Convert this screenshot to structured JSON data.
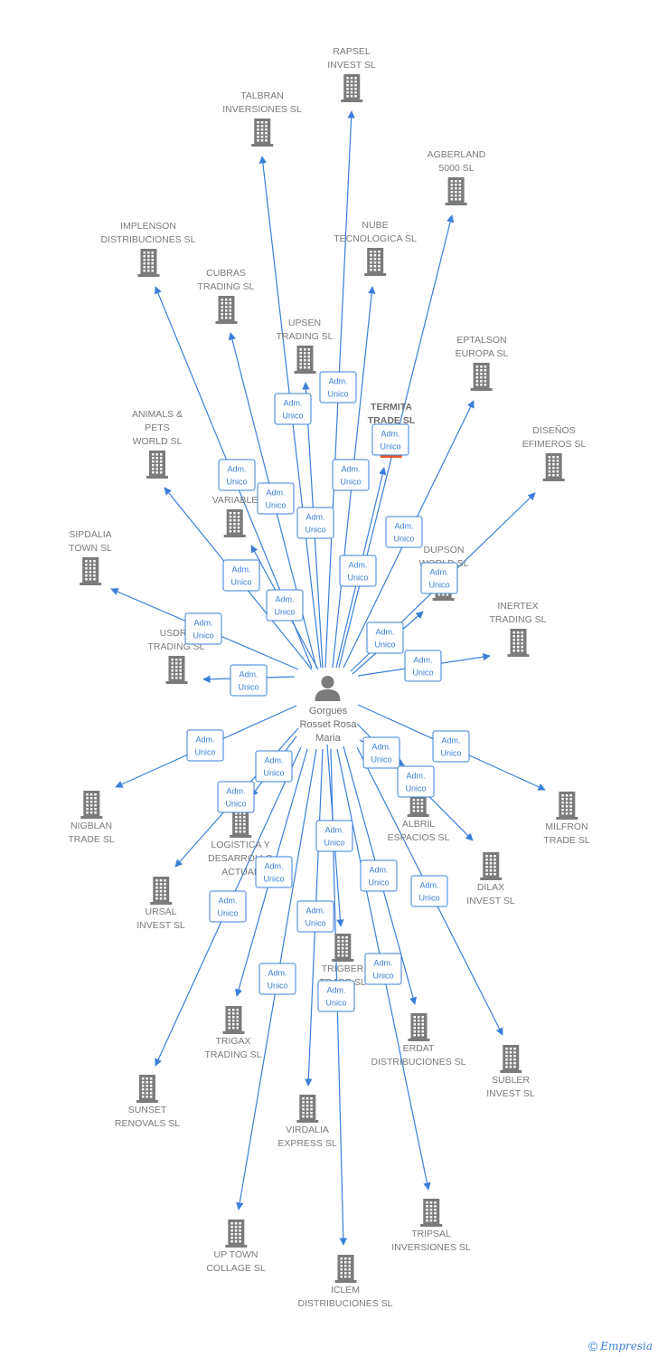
{
  "center": {
    "name": "Gorgues\nRosset Rosa\nMaria",
    "icon": "person-icon"
  },
  "colors": {
    "edge": "#3b7fd8",
    "building": "#7b7b7b",
    "highlight": "#e8572a",
    "label": "#7a7a7a"
  },
  "companies": [
    {
      "id": "rapsel",
      "name": "RAPSEL\nINVEST SL",
      "edge_label": "Adm.\nUnico"
    },
    {
      "id": "talbran",
      "name": "TALBRAN\nINVERSIONES SL",
      "edge_label": "Adm.\nUnico"
    },
    {
      "id": "agberland",
      "name": "AGBERLAND\n5000 SL",
      "edge_label": "Adm.\nUnico"
    },
    {
      "id": "implenson",
      "name": "IMPLENSON\nDISTRIBUCIONES SL",
      "edge_label": "Adm.\nUnico"
    },
    {
      "id": "nube",
      "name": "NUBE\nTECNOLOGICA SL",
      "edge_label": "Adm.\nUnico"
    },
    {
      "id": "cubras",
      "name": "CUBRAS\nTRADING SL",
      "edge_label": "Adm.\nUnico"
    },
    {
      "id": "upsen",
      "name": "UPSEN\nTRADING SL",
      "edge_label": "Adm.\nUnico"
    },
    {
      "id": "eptalson",
      "name": "EPTALSON\nEUROPA SL",
      "edge_label": "Adm.\nUnico"
    },
    {
      "id": "termita",
      "name": "TERMITA\nTRADE  SL",
      "edge_label": "Adm.\nUnico",
      "highlight": true
    },
    {
      "id": "animals",
      "name": "ANIMALS &\nPETS\nWORLD SL",
      "edge_label": "Adm.\nUnico"
    },
    {
      "id": "disenos",
      "name": "DISEÑOS\nEFIMEROS SL",
      "edge_label": "Adm.\nUnico"
    },
    {
      "id": "variable",
      "name": "VARIABLE",
      "edge_label": "Adm.\nUnico"
    },
    {
      "id": "dupson",
      "name": "DUPSON\nWORLD SL",
      "edge_label": "Adm.\nUnico"
    },
    {
      "id": "sipdalia",
      "name": "SIPDALIA\nTOWN SL",
      "edge_label": "Adm.\nUnico"
    },
    {
      "id": "inertex",
      "name": "INERTEX\nTRADING SL",
      "edge_label": "Adm.\nUnico"
    },
    {
      "id": "usdra",
      "name": "USDRA\nTRADING SL",
      "edge_label": "Adm.\nUnico"
    },
    {
      "id": "nigblan",
      "name": "NIGBLAN\nTRADE SL",
      "edge_label": "Adm.\nUnico"
    },
    {
      "id": "milfron",
      "name": "MILFRON\nTRADE SL",
      "edge_label": "Adm.\nUnico"
    },
    {
      "id": "albril",
      "name": "ALBRIL\nESPACIOS SL",
      "edge_label": "Adm.\nUnico"
    },
    {
      "id": "logistica",
      "name": "LOGISTICA Y\nDESARROLLO\nACTUAL",
      "edge_label": "Adm.\nUnico"
    },
    {
      "id": "dilax",
      "name": "DILAX\nINVEST SL",
      "edge_label": "Adm.\nUnico"
    },
    {
      "id": "ursal",
      "name": "URSAL\nINVEST SL",
      "edge_label": "Adm.\nUnico"
    },
    {
      "id": "trigber",
      "name": "TRIGBER\nTRADE SL",
      "edge_label": "Adm.\nUnico"
    },
    {
      "id": "trigax",
      "name": "TRIGAX\nTRADING SL",
      "edge_label": "Adm.\nUnico"
    },
    {
      "id": "erdat",
      "name": "ERDAT\nDISTRIBUCIONES SL",
      "edge_label": "Adm.\nUnico"
    },
    {
      "id": "subler",
      "name": "SUBLER\nINVEST SL",
      "edge_label": "Adm.\nUnico"
    },
    {
      "id": "sunset",
      "name": "SUNSET\nRENOVALS SL",
      "edge_label": "Adm.\nUnico"
    },
    {
      "id": "virdalia",
      "name": "VIRDALIA\nEXPRESS SL",
      "edge_label": "Adm.\nUnico"
    },
    {
      "id": "uptown",
      "name": "UP TOWN\nCOLLAGE SL",
      "edge_label": "Adm.\nUnico"
    },
    {
      "id": "tripsal",
      "name": "TRIPSAL\nINVERSIONES SL",
      "edge_label": "Adm.\nUnico"
    },
    {
      "id": "iclem",
      "name": "ICLEM\nDISTRIBUCIONES SL",
      "edge_label": "Adm.\nUnico"
    }
  ],
  "footer": {
    "copyright": "©",
    "brand": "Empresia"
  }
}
